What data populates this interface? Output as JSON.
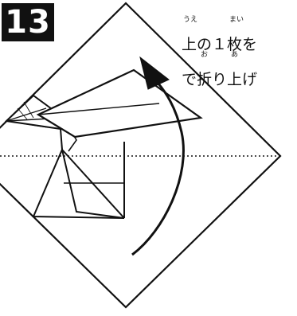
{
  "diagram": {
    "step_number": "13",
    "instruction_lines": [
      {
        "text": "上の１枚を",
        "ruby": [
          {
            "char_index": 0,
            "reading": "うえ"
          },
          {
            "char_index": 3,
            "reading": "まい"
          }
        ]
      },
      {
        "text": "で折り上げ",
        "ruby": [
          {
            "char_index": 1,
            "reading": "お"
          },
          {
            "char_index": 3,
            "reading": "あ"
          }
        ]
      }
    ]
  }
}
